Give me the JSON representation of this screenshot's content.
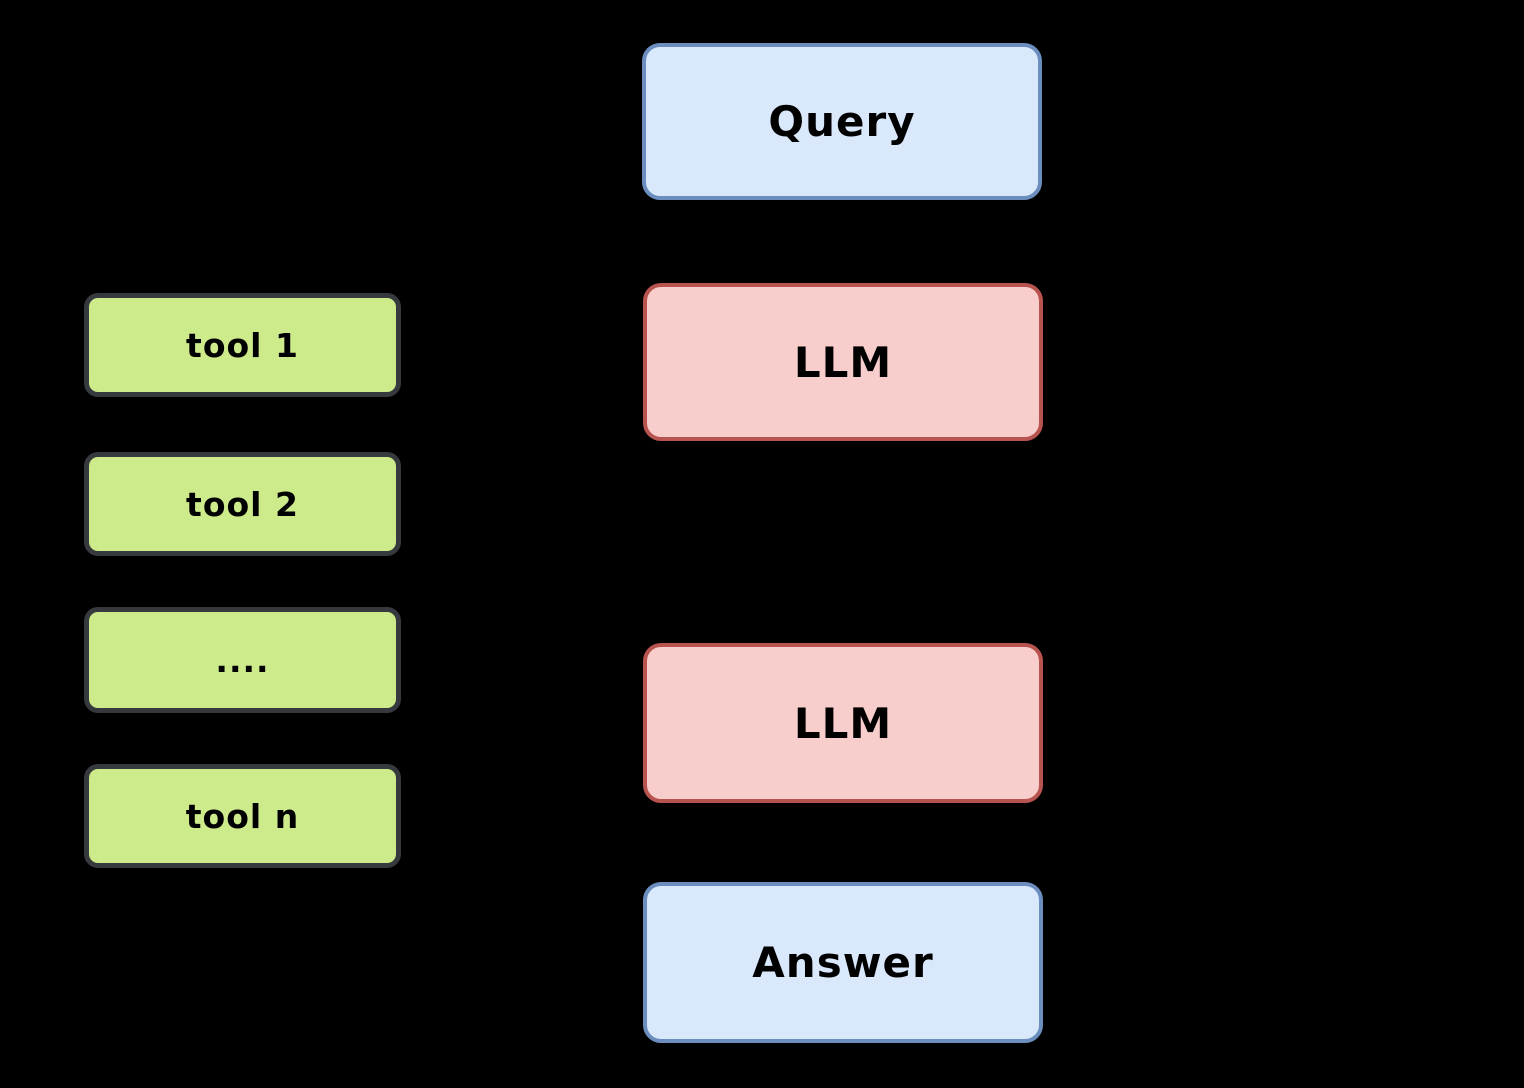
{
  "canvas": {
    "background": "#000000"
  },
  "tools": {
    "fill": "#cdeb8b",
    "border": "#36393d",
    "items": [
      {
        "label": "tool 1"
      },
      {
        "label": "tool 2"
      },
      {
        "label": "...."
      },
      {
        "label": "tool n"
      }
    ]
  },
  "pipeline": {
    "query": {
      "label": "Query",
      "fill": "#dae8fc",
      "border": "#6c8ebf"
    },
    "llm_top": {
      "label": "LLM",
      "fill": "#f8cecc",
      "border": "#b85450"
    },
    "llm_bottom": {
      "label": "LLM",
      "fill": "#f8cecc",
      "border": "#b85450"
    },
    "answer": {
      "label": "Answer",
      "fill": "#dae8fc",
      "border": "#6c8ebf"
    }
  }
}
